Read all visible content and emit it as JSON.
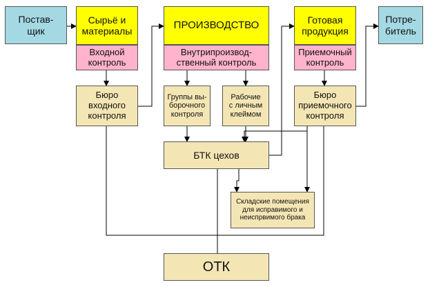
{
  "colors": {
    "blue": "#a4d9e4",
    "yellow": "#ffff00",
    "pink": "#ffb3cc",
    "beige": "#f4e6b4",
    "line": "#000000"
  },
  "nodes": {
    "supplier": "Постав-\nщик",
    "raw_materials": "Сырьё и\nматериалы",
    "incoming_control": "Входной\nконтроль",
    "production": "ПРОИЗВОДСТВО",
    "inprocess_control": "Внутрипроизвод-\nственный контроль",
    "finished_products": "Готовая\nпродукция",
    "acceptance_control": "Приемочный\nконтроль",
    "consumer": "Потре-\nбитель",
    "incoming_bureau": "Бюро\nвходного\nконтроля",
    "selective_groups": "Группы вы-\nборочного\nконтроля",
    "workers_stamp": "Рабочие\nс личным\nклеймом",
    "acceptance_bureau": "Бюро\nприемочного\nконтроля",
    "btk": "БТК цехов",
    "warehouse": "Складские помещения\nдля исправимого и\nнеиспрвимого брака",
    "otk": "ОТК"
  }
}
